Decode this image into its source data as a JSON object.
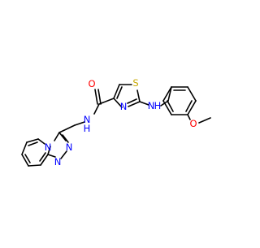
{
  "molecule": {
    "atoms": {
      "carbonyl_oxygen": {
        "label": "O",
        "color": "#ff0000"
      },
      "amide_nitrogen": {
        "label": "N",
        "color": "#0000ff"
      },
      "amide_hydrogen": {
        "label": "H",
        "color": "#0000ff"
      },
      "thiazole_sulfur": {
        "label": "S",
        "color": "#c8a800"
      },
      "thiazole_nitrogen": {
        "label": "N",
        "color": "#0000ff"
      },
      "amine_nitrogen": {
        "label": "N",
        "color": "#0000ff"
      },
      "amine_hydrogen": {
        "label": "H",
        "color": "#0000ff"
      },
      "methoxy_oxygen": {
        "label": "O",
        "color": "#ff0000"
      },
      "triazole_n4": {
        "label": "N",
        "color": "#0000ff"
      },
      "triazole_n1": {
        "label": "N",
        "color": "#0000ff"
      },
      "triazole_n2": {
        "label": "N",
        "color": "#0000ff"
      }
    },
    "bond_color": "#000000"
  }
}
